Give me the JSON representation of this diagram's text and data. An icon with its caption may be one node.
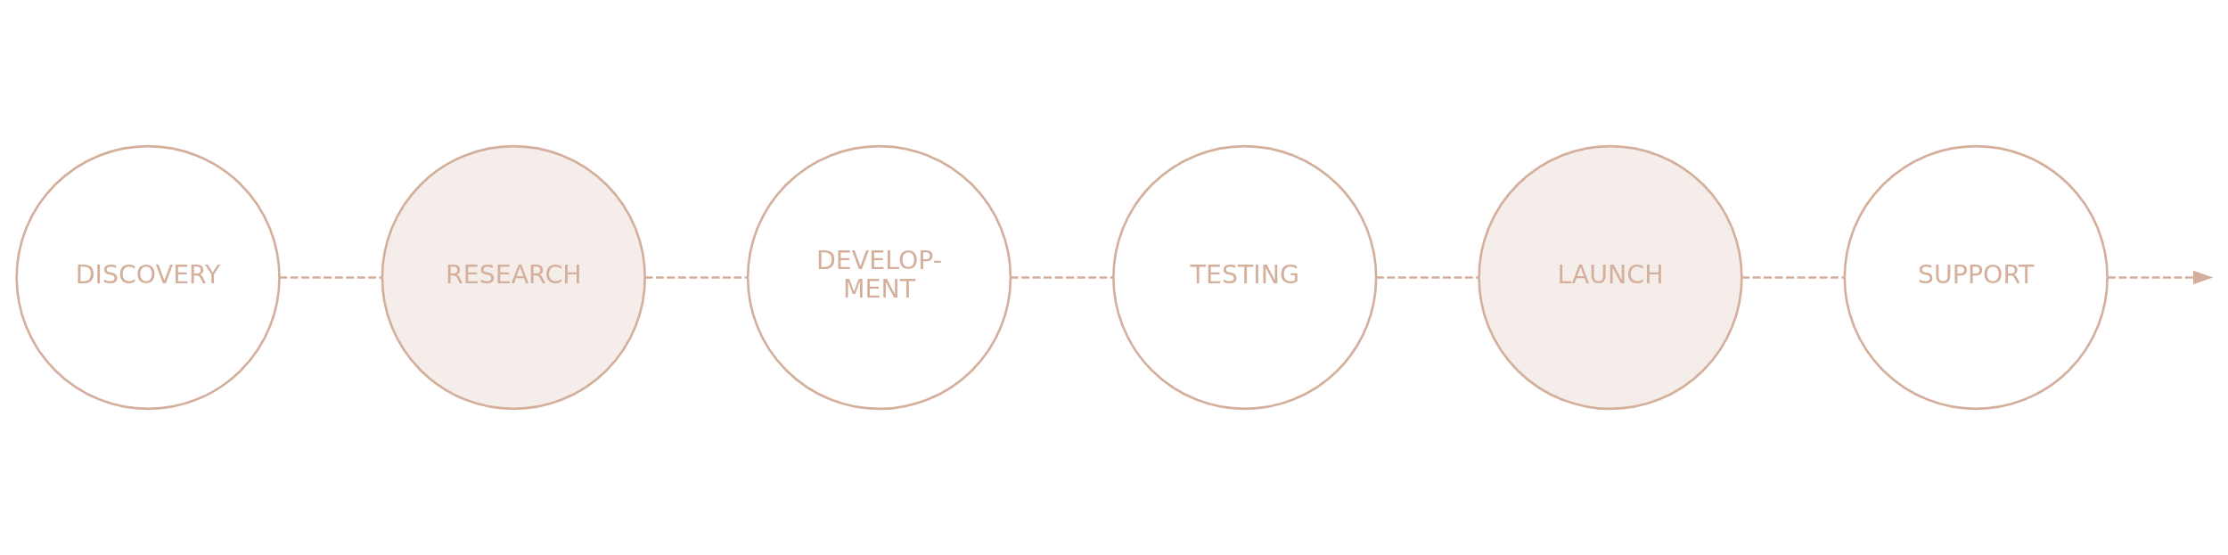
{
  "diagram": {
    "nodes": [
      {
        "text": [
          "DISCOVERY"
        ]
      },
      {
        "text": [
          "RESEARCH"
        ]
      },
      {
        "text": [
          "DEVELOP- MENT"
        ]
      },
      {
        "text": [
          "TESTING"
        ]
      },
      {
        "text": [
          "LAUNCH"
        ]
      },
      {
        "text": [
          "SUPPORT"
        ]
      }
    ],
    "edges": [
      {
        "from": 0,
        "to": 1,
        "arrow": "none",
        "style": "dashed"
      },
      {
        "from": 1,
        "to": 2,
        "arrow": "none",
        "style": "dashed"
      },
      {
        "from": 2,
        "to": 3,
        "arrow": "none",
        "style": "dashed"
      },
      {
        "from": 3,
        "to": 4,
        "arrow": "none",
        "style": "dashed"
      },
      {
        "from": 4,
        "to": 5,
        "arrow": "none",
        "style": "dashed"
      },
      {
        "from": 5,
        "to": null,
        "arrow": "to",
        "style": "dashed"
      }
    ]
  }
}
